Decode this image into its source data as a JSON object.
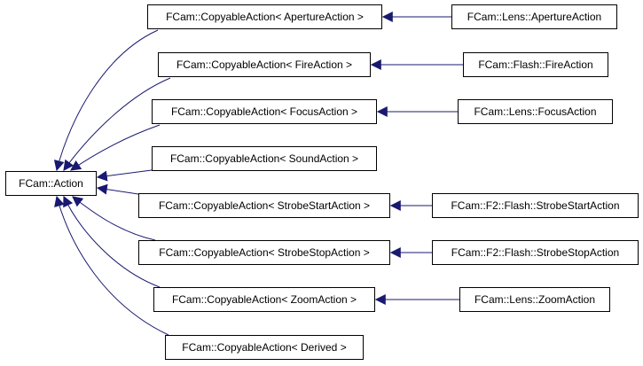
{
  "diagram": {
    "edge_color": "#191970",
    "base": {
      "label": "FCam::Action"
    },
    "copyable_actions": [
      {
        "label": "FCam::CopyableAction< ApertureAction >"
      },
      {
        "label": "FCam::CopyableAction< FireAction >"
      },
      {
        "label": "FCam::CopyableAction< FocusAction >"
      },
      {
        "label": "FCam::CopyableAction< SoundAction >"
      },
      {
        "label": "FCam::CopyableAction< StrobeStartAction >"
      },
      {
        "label": "FCam::CopyableAction< StrobeStopAction >"
      },
      {
        "label": "FCam::CopyableAction< ZoomAction >"
      },
      {
        "label": "FCam::CopyableAction< Derived >"
      }
    ],
    "concrete_actions": {
      "lens_aperture": "FCam::Lens::ApertureAction",
      "flash_fire": "FCam::Flash::FireAction",
      "lens_focus": "FCam::Lens::FocusAction",
      "f2_flash_strobe_start": "FCam::F2::Flash::StrobeStartAction",
      "f2_flash_strobe_stop": "FCam::F2::Flash::StrobeStopAction",
      "lens_zoom": "FCam::Lens::ZoomAction"
    }
  }
}
